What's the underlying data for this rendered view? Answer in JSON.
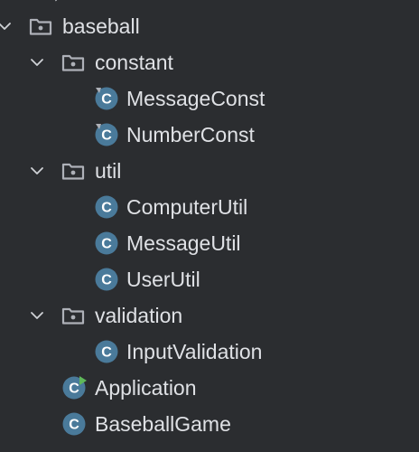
{
  "tree": {
    "root": {
      "label": "baseball",
      "expanded": true,
      "icon": "package-folder-icon"
    },
    "packages": [
      {
        "label": "constant",
        "expanded": true,
        "children": [
          {
            "label": "MessageConst",
            "icon": "class-icon-with-lock-badge"
          },
          {
            "label": "NumberConst",
            "icon": "class-icon-with-lock-badge"
          }
        ]
      },
      {
        "label": "util",
        "expanded": true,
        "children": [
          {
            "label": "ComputerUtil",
            "icon": "class-icon"
          },
          {
            "label": "MessageUtil",
            "icon": "class-icon"
          },
          {
            "label": "UserUtil",
            "icon": "class-icon"
          }
        ]
      },
      {
        "label": "validation",
        "expanded": true,
        "children": [
          {
            "label": "InputValidation",
            "icon": "class-icon"
          }
        ]
      }
    ],
    "classes": [
      {
        "label": "Application",
        "icon": "runnable-class-icon"
      },
      {
        "label": "BaseballGame",
        "icon": "class-icon"
      }
    ]
  },
  "colors": {
    "background": "#2b2d30",
    "text": "#dfe1e5",
    "class_icon_fill": "#4a7a9a",
    "class_icon_letter": "#ffffff",
    "folder_icon": "#aeb1b8",
    "chevron": "#cfd2d6",
    "run_marker": "#5fb85a"
  }
}
